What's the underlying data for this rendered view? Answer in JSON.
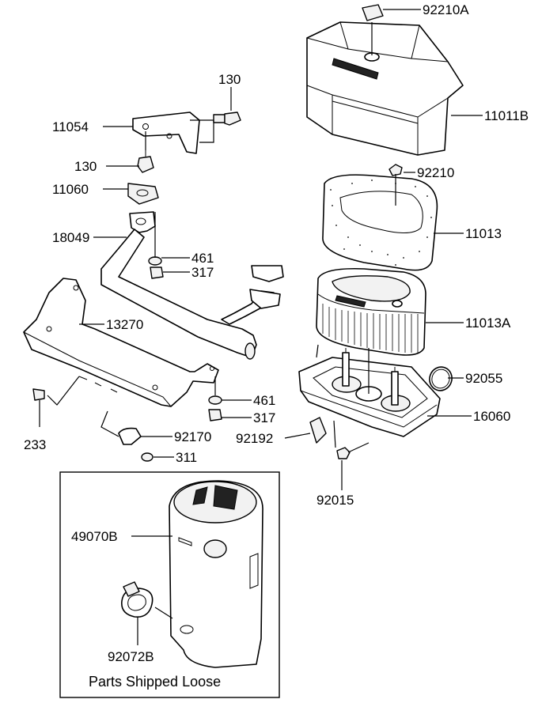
{
  "labels": {
    "p92210A": "92210A",
    "p11011B": "11011B",
    "p130top": "130",
    "p11054": "11054",
    "p130": "130",
    "p11060": "11060",
    "p18049": "18049",
    "p461a": "461",
    "p317a": "317",
    "p13270": "13270",
    "p92210": "92210",
    "p11013": "11013",
    "p11013A": "11013A",
    "p92055": "92055",
    "p16060": "16060",
    "p461b": "461",
    "p317b": "317",
    "p92170": "92170",
    "p92192": "92192",
    "p311": "311",
    "p233": "233",
    "p92015": "92015",
    "p49070B": "49070B",
    "p92072B": "92072B"
  },
  "inset": {
    "caption": "Parts Shipped Loose"
  }
}
